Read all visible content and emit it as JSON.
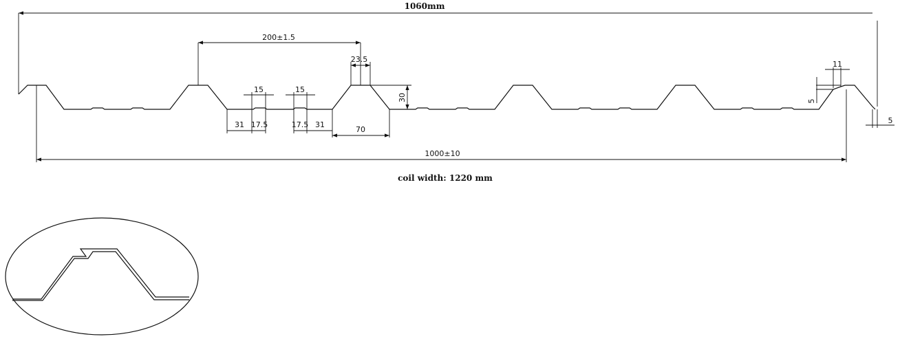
{
  "drawing": {
    "overall_width": "1060mm",
    "pitch": "200±1.5",
    "crest_width": "23.5",
    "height": "30",
    "rib_width_1": "15",
    "rib_width_2": "15",
    "pan_segment_1": "31",
    "rib_offset_1": "17.5",
    "rib_offset_2": "17.5",
    "pan_segment_2": "31",
    "base_width": "70",
    "cover_width": "1000±10",
    "overlap_step_width": "11",
    "overlap_step_height": "5",
    "edge_offset": "5",
    "coil_width": "coil width: 1220 mm"
  }
}
